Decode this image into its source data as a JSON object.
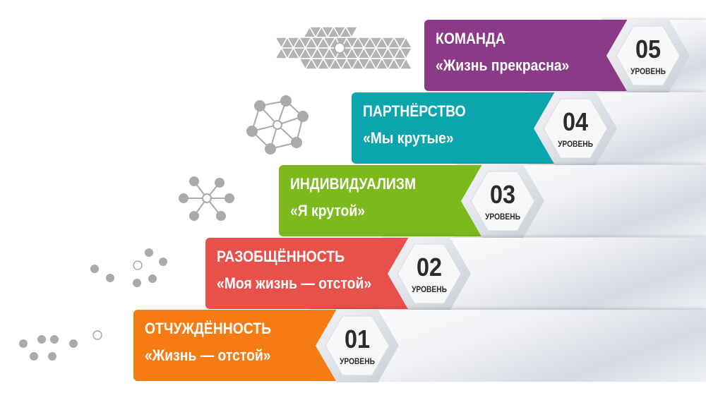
{
  "level_word": "УРОВЕНЬ",
  "levels": [
    {
      "number": "05",
      "title": "КОМАНДА",
      "subtitle": "«Жизнь прекрасна»",
      "color": "#8b3a87"
    },
    {
      "number": "04",
      "title": "ПАРТНЁРСТВО",
      "subtitle": "«Мы крутые»",
      "color": "#0ba5ae"
    },
    {
      "number": "03",
      "title": "ИНДИВИДУАЛИЗМ",
      "subtitle": "«Я крутой»",
      "color": "#7cb91d"
    },
    {
      "number": "02",
      "title": "РАЗОБЩЁННОСТЬ",
      "subtitle": "«Моя жизнь — отстой»",
      "color": "#e8504b"
    },
    {
      "number": "01",
      "title": "ОТЧУЖДЁННОСТЬ",
      "subtitle": "«Жизнь —  отстой»",
      "color": "#f77b13"
    }
  ]
}
